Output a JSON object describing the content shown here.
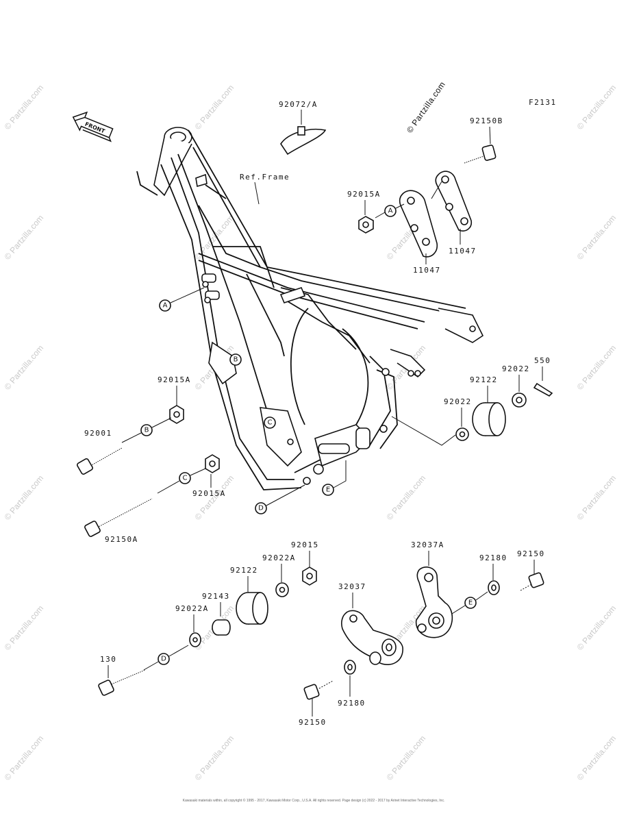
{
  "figure_code": "F2131",
  "watermark": "© Partzilla.com",
  "front_label": "FRONT",
  "frame_label": "Ref.Frame",
  "copyright": "Kawasaki materials within, all copyright © 1995 - 2017, Kawasaki Motor Corp., U.S.A. All rights reserved. Page design (c) 2022 - 2017 by Arinet Interactive Technologies, Inc.",
  "callouts": {
    "A": "A",
    "B": "B",
    "C": "C",
    "D": "D",
    "E": "E"
  },
  "parts": {
    "p92072A": "92072/A",
    "p92150B": "92150B",
    "p92015A_top": "92015A",
    "p11047_right": "11047",
    "p11047_left": "11047",
    "p92015A_mid": "92015A",
    "p92001": "92001",
    "p92015A_low": "92015A",
    "p92150A": "92150A",
    "p550": "550",
    "p92122_top": "92122",
    "p92022_a": "92022",
    "p92022_b": "92022",
    "p92015": "92015",
    "p92022A_upper": "92022A",
    "p92122_low": "92122",
    "p92143": "92143",
    "p92022A_lower": "92022A",
    "p130": "130",
    "p32037A": "32037A",
    "p32037": "32037",
    "p92180_top": "92180",
    "p92150": "92150",
    "p92180_low": "92180",
    "p92150_low": "92150"
  }
}
